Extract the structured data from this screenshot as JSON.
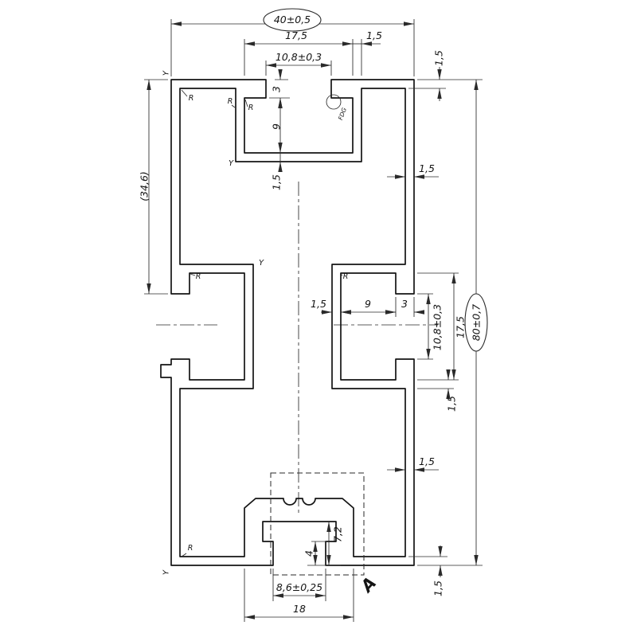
{
  "drawing": {
    "dims": {
      "overall_width": "40±0,5",
      "top_slot_width": "17,5",
      "top_slot_wall": "1,5",
      "top_slot_opening": "10,8±0,3",
      "top_wall_thickness": "1,5",
      "top_neck_depth": "3",
      "top_wide_depth": "9",
      "top_floor_thickness": "1,5",
      "left_reference_height": "(34,6)",
      "right_wall_upper": "1,5",
      "side_slot_wall": "1,5",
      "side_slot_wide_depth": "9",
      "side_slot_neck_depth": "3",
      "side_slot_opening": "10,8±0,3",
      "side_slot_width": "17,5",
      "overall_height": "80±0,7",
      "side_slot_floor": "1,5",
      "right_wall_lower": "1,5",
      "bottom_channel_depth": "7,2",
      "bottom_lip_height": "4",
      "bottom_opening": "8,6±0,25",
      "bottom_channel_width": "18",
      "bottom_wall_thickness": "1,5"
    },
    "labels": {
      "detail": "A",
      "stamp": "FDG",
      "radius": "R",
      "datum": "Y"
    }
  }
}
